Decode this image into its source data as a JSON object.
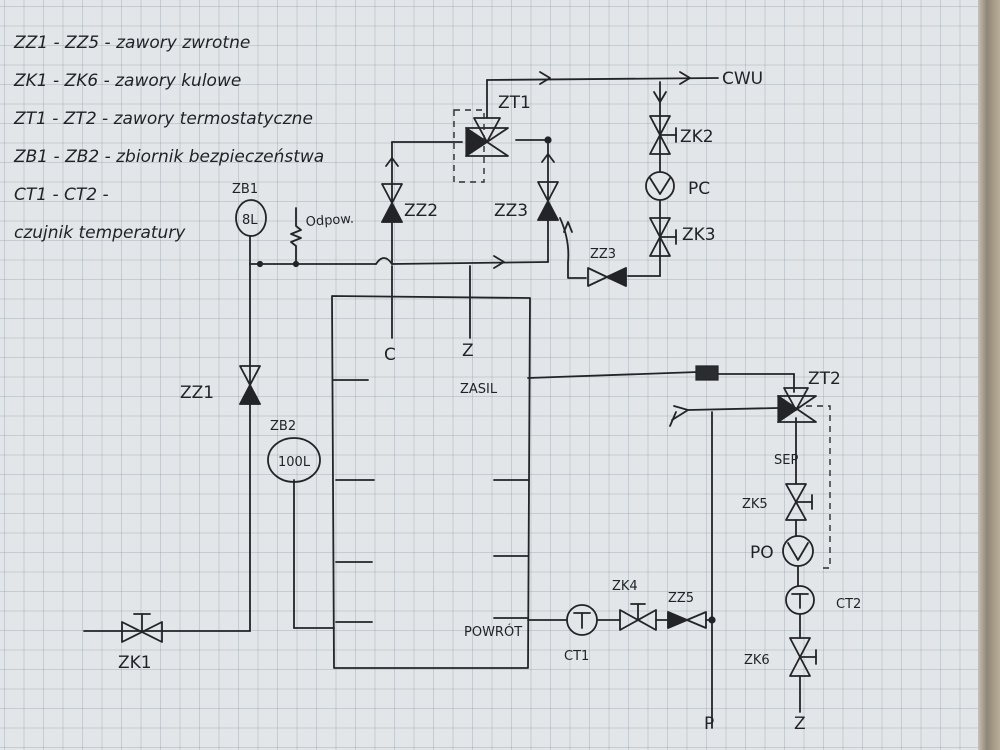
{
  "legend": [
    "ZZ1 - ZZ5 - zawory zwrotne",
    "ZK1 - ZK6 - zawory kulowe",
    "ZT1 - ZT2 - zawory termostatyczne",
    "ZB1 - ZB2 - zbiornik bezpieczeństwa",
    "CT1 - CT2 -",
    "czujnik temperatury"
  ],
  "labels": {
    "cwu": "CWU",
    "zt1": "ZT1",
    "zt2": "ZT2",
    "zk1": "ZK1",
    "zk2": "ZK2",
    "zk3": "ZK3",
    "zk4": "ZK4",
    "zk5": "ZK5",
    "zk6": "ZK6",
    "zz1": "ZZ1",
    "zz2": "ZZ2",
    "zz3a": "ZZ3",
    "zz3b": "ZZ3",
    "zz5": "ZZ5",
    "zb1": "ZB1",
    "zb1_vol": "8L",
    "zb2": "ZB2",
    "zb2_vol": "100L",
    "pc": "PC",
    "po": "PO",
    "ct1": "CT1",
    "ct2": "CT2",
    "sep": "SEP",
    "odpow": "Odpow.",
    "c": "C",
    "z_top": "Z",
    "z_bottom": "Z",
    "p": "P",
    "zasil": "ZASIL",
    "powrot": "POWRÓT"
  }
}
